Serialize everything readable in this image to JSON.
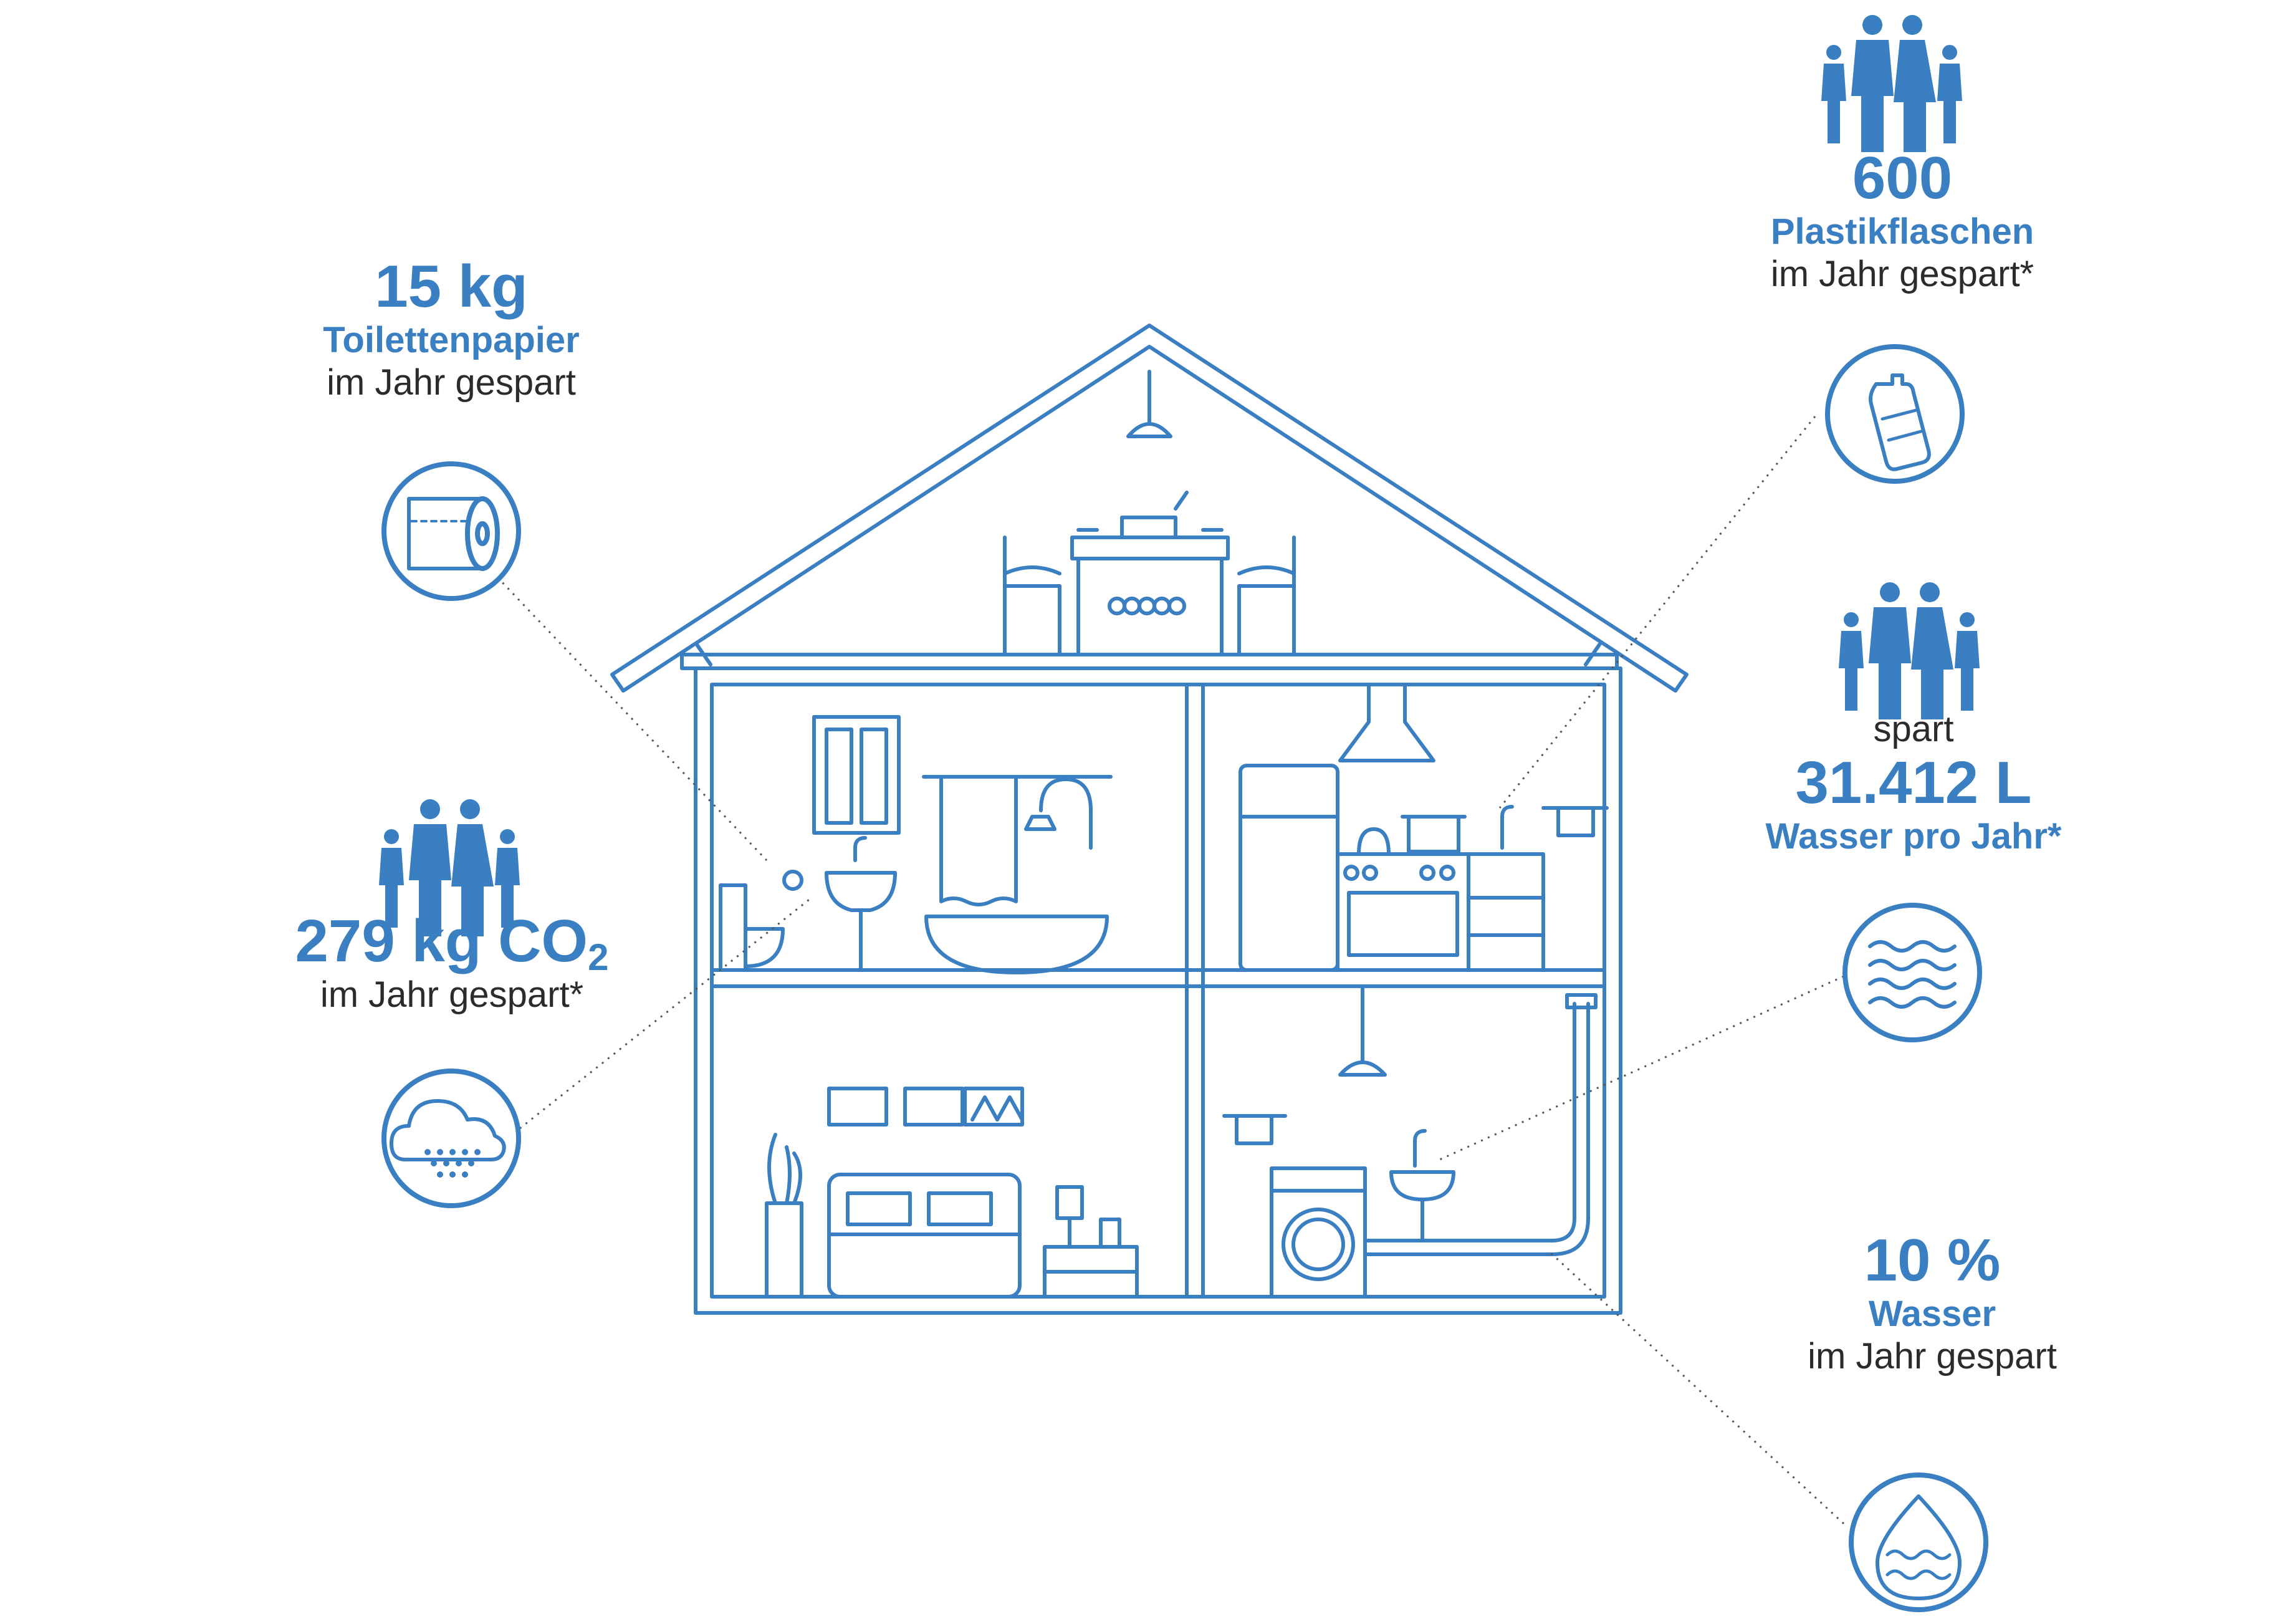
{
  "colors": {
    "accent": "#3a7fc1",
    "text": "#2b2b2b",
    "background": "#ffffff"
  },
  "stats": {
    "toilet_paper": {
      "amount": "15 kg",
      "item": "Toilettenpapier",
      "note": "im Jahr gespart",
      "icon": "toilet-paper-icon"
    },
    "co2": {
      "amount_main": "279 kg CO",
      "amount_sub": "2",
      "note": "im Jahr gespart*",
      "icon": "cloud-emission-icon"
    },
    "plastic_bottles": {
      "amount": "600",
      "item": "Plastikflaschen",
      "note": "im Jahr gespart*",
      "icon": "plastic-bottle-icon"
    },
    "water_per_family": {
      "prefix": "spart",
      "amount": "31.412 L",
      "item": "Wasser pro Jahr*",
      "icon": "water-waves-icon"
    },
    "water_percent": {
      "amount": "10 %",
      "item": "Wasser",
      "note": "im Jahr gespart",
      "icon": "water-drop-icon"
    }
  },
  "icons": [
    "family-icon",
    "house-cross-section-icon"
  ]
}
